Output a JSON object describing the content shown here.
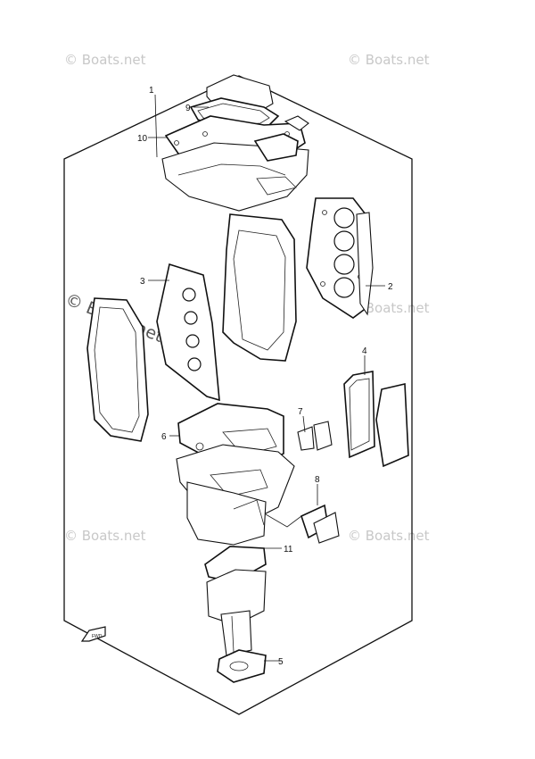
{
  "watermarks": {
    "text": "© Boats.net"
  },
  "callouts": {
    "c1": "1",
    "c2": "2",
    "c3": "3",
    "c4": "4",
    "c5": "5",
    "c6": "6",
    "c7": "7",
    "c8": "8",
    "c9": "9",
    "c10": "10",
    "c11": "11"
  },
  "direction_marker": {
    "text": "FWD"
  },
  "colors": {
    "line": "#111111",
    "watermark": "#c8c8c8",
    "background": "#ffffff"
  }
}
